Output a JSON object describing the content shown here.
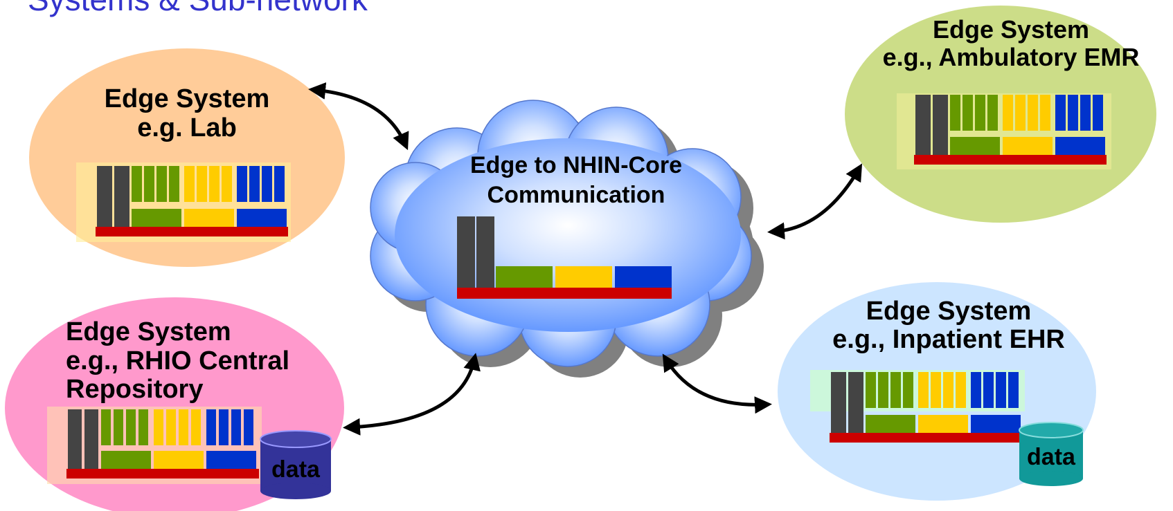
{
  "title": "Systems & Sub-network",
  "center": {
    "line1": "Edge to NHIN-Core",
    "line2": "Communication"
  },
  "nodes": [
    {
      "line1": "Edge System",
      "line2": "e.g. Lab",
      "color": "#ffcc99"
    },
    {
      "line1": "Edge System",
      "line2": "e.g.,  Ambulatory EMR",
      "color": "#ccdd88"
    },
    {
      "line1": "Edge System",
      "line2": "e.g., RHIO Central",
      "line3": "Repository",
      "color": "#ff99cc",
      "db": "data",
      "db_color": "#333399"
    },
    {
      "line1": "Edge System",
      "line2": "e.g.,  Inpatient EHR",
      "color": "#cce5ff",
      "db": "data",
      "db_color": "#119999"
    }
  ],
  "colors": {
    "stack_gray": "#444444",
    "stack_green": "#669900",
    "stack_yellow": "#ffcc00",
    "stack_blue": "#0033cc",
    "stack_red": "#cc0000",
    "cloud": "#6699ff"
  }
}
